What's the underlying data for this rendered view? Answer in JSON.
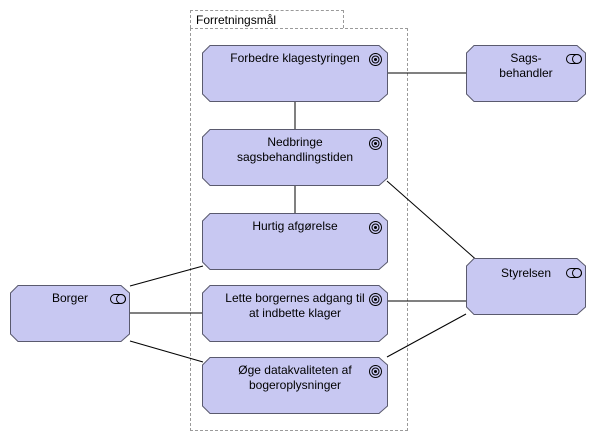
{
  "group": {
    "label": "Forretningsmål"
  },
  "goals": [
    {
      "id": "g1",
      "label": "Forbedre klagestyringen",
      "icon": "goal-icon"
    },
    {
      "id": "g2",
      "label": "Nedbringe\nsagsbehandlingstiden",
      "icon": "goal-icon"
    },
    {
      "id": "g3",
      "label": "Hurtig afgørelse",
      "icon": "goal-icon"
    },
    {
      "id": "g4",
      "label": "Lette borgernes adgang til\nat indbette klager",
      "icon": "goal-icon"
    },
    {
      "id": "g5",
      "label": "Øge datakvaliteten af\nbogeroplysninger",
      "icon": "goal-icon"
    }
  ],
  "roles": [
    {
      "id": "r1",
      "label": "Sags-\nbehandler",
      "icon": "role-icon"
    },
    {
      "id": "r2",
      "label": "Styrelsen",
      "icon": "role-icon"
    },
    {
      "id": "r3",
      "label": "Borger",
      "icon": "role-icon"
    }
  ],
  "colors": {
    "node_fill": "#c8c8f2",
    "node_stroke": "#5a5a6e",
    "line": "#000000",
    "group_border": "#9a9a9a"
  }
}
